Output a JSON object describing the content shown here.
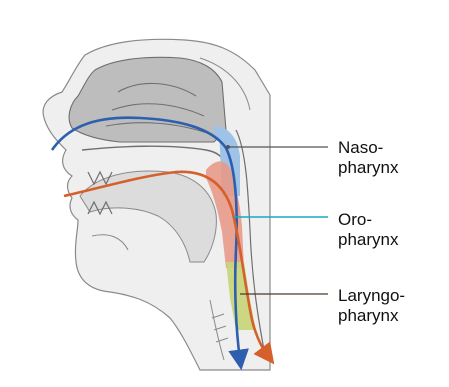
{
  "labels": {
    "nasopharynx": {
      "line1": "Naso-",
      "line2": "pharynx"
    },
    "oropharynx": {
      "line1": "Oro-",
      "line2": "pharynx"
    },
    "laryngopharynx": {
      "line1": "Laryngo-",
      "line2": "pharynx"
    }
  },
  "colors": {
    "background": "#ffffff",
    "head_fill": "#efefef",
    "nasal_cavity_fill": "#bdbdbd",
    "outline": "#6f6f6f",
    "airway_blue": "#9ec3e6",
    "airway_red": "#e79a8a",
    "airway_green": "#c8d67a",
    "air_arrow": "#2e5fae",
    "food_arrow": "#d6602b",
    "leader_naso": "#555555",
    "leader_oro": "#17a9c7",
    "leader_laryngo": "#4a3a2a"
  }
}
